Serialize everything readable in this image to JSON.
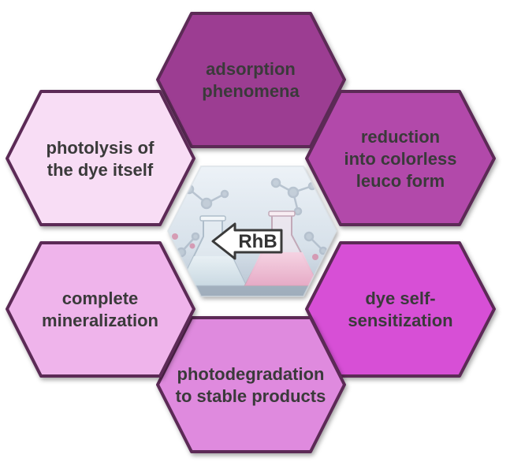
{
  "colors": {
    "outline": "#5b2b57",
    "top": "#9c3d92",
    "top_right": "#b24aaa",
    "bottom_right": "#d74fd6",
    "bottom": "#df8ade",
    "bottom_left": "#efb4eb",
    "top_left": "#f8ddf5",
    "center_bg": "#dde6ef"
  },
  "hexes": {
    "top": {
      "lines": [
        "adsorption",
        "phenomena"
      ]
    },
    "top_right": {
      "lines": [
        "reduction",
        "into colorless",
        "leuco form"
      ]
    },
    "bottom_right": {
      "lines": [
        "dye self-",
        "sensitization"
      ]
    },
    "bottom": {
      "lines": [
        "photodegradation",
        "to stable products"
      ]
    },
    "bottom_left": {
      "lines": [
        "complete",
        "mineralization"
      ]
    },
    "top_left": {
      "lines": [
        "photolysis of",
        "the dye itself"
      ]
    }
  },
  "center": {
    "arrow_label": "RhB",
    "image_icon": "flasks-with-molecules-icon"
  }
}
